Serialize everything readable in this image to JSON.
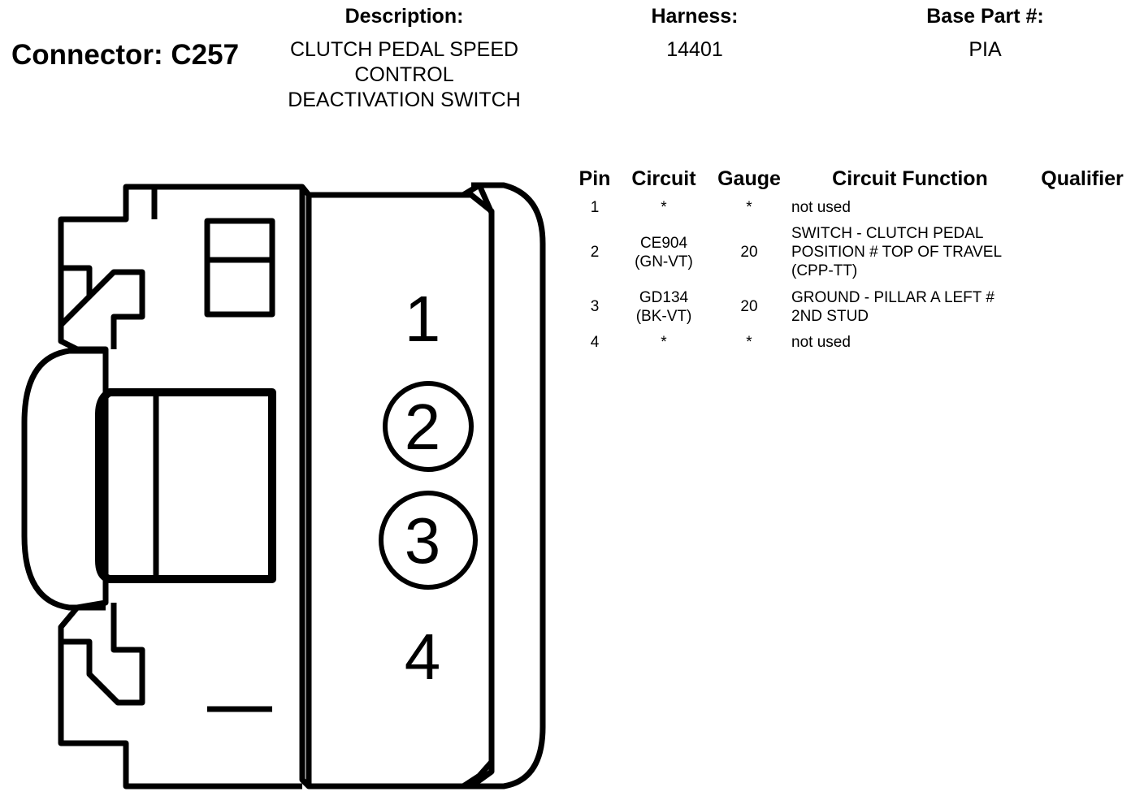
{
  "connector": {
    "title": "Connector: C257",
    "description_header": "Description:",
    "description_lines": [
      "CLUTCH PEDAL SPEED",
      "CONTROL",
      "DEACTIVATION SWITCH"
    ],
    "harness_header": "Harness:",
    "harness_value": "14401",
    "base_part_header": "Base Part #:",
    "base_part_value": "PIA"
  },
  "pin_labels": [
    "1",
    "2",
    "3",
    "4"
  ],
  "circled_pins": [
    "2",
    "3"
  ],
  "table": {
    "headers": {
      "pin": "Pin",
      "circuit": "Circuit",
      "gauge": "Gauge",
      "function": "Circuit Function",
      "qualifier": "Qualifier"
    },
    "rows": [
      {
        "pin": "1",
        "circuit": [
          "*"
        ],
        "gauge": "*",
        "function": [
          "not used"
        ],
        "qualifier": ""
      },
      {
        "pin": "2",
        "circuit": [
          "CE904",
          "(GN-VT)"
        ],
        "gauge": "20",
        "function": [
          "SWITCH - CLUTCH PEDAL",
          "POSITION # TOP OF TRAVEL",
          "(CPP-TT)"
        ],
        "qualifier": ""
      },
      {
        "pin": "3",
        "circuit": [
          "GD134",
          "(BK-VT)"
        ],
        "gauge": "20",
        "function": [
          "GROUND - PILLAR A LEFT #",
          "2ND STUD"
        ],
        "qualifier": ""
      },
      {
        "pin": "4",
        "circuit": [
          "*"
        ],
        "gauge": "*",
        "function": [
          "not used"
        ],
        "qualifier": ""
      }
    ]
  }
}
